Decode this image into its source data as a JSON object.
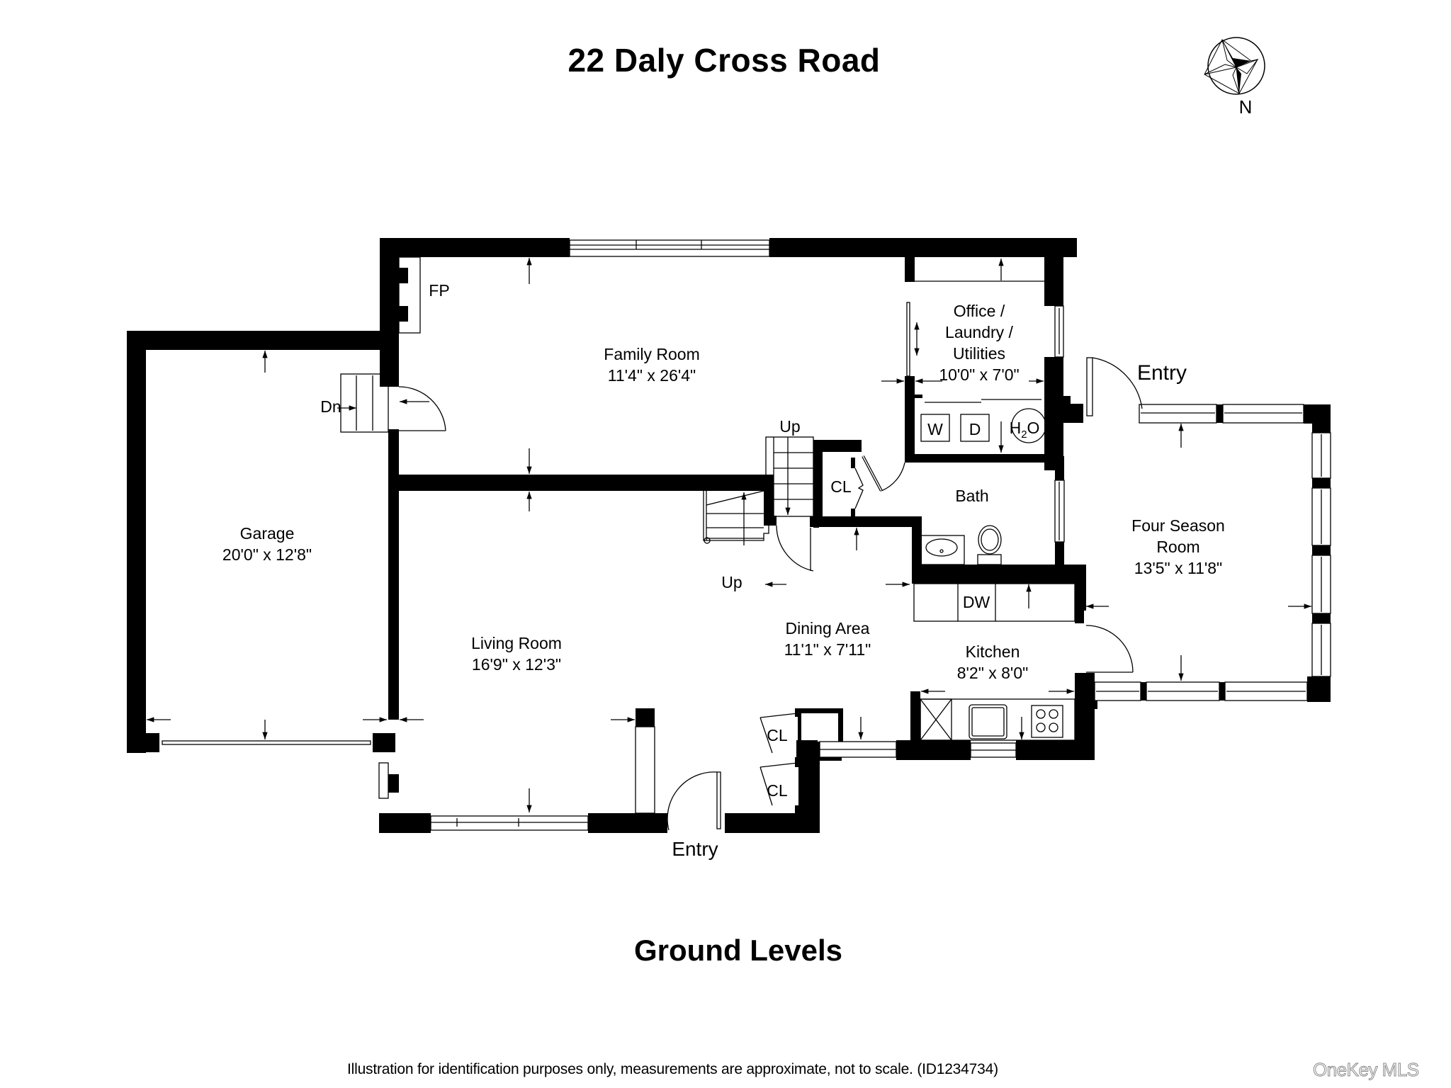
{
  "header": {
    "title": "22 Daly Cross Road"
  },
  "compass": {
    "label": "N",
    "icon": "compass-rose-icon"
  },
  "floor": {
    "name": "Ground Levels"
  },
  "rooms": {
    "family_room": {
      "name": "Family Room",
      "dims": "11'4\" x 26'4\""
    },
    "office": {
      "name_line1": "Office /",
      "name_line2": "Laundry /",
      "name_line3": "Utilities",
      "dims": "10'0\" x 7'0\""
    },
    "garage": {
      "name": "Garage",
      "dims": "20'0\" x 12'8\""
    },
    "living_room": {
      "name": "Living Room",
      "dims": "16'9\" x 12'3\""
    },
    "dining_area": {
      "name": "Dining Area",
      "dims": "11'1\" x 7'11\""
    },
    "kitchen": {
      "name": "Kitchen",
      "dims": "8'2\" x 8'0\""
    },
    "four_season": {
      "name_line1": "Four Season",
      "name_line2": "Room",
      "dims": "13'5\" x 11'8\""
    },
    "bath": {
      "name": "Bath"
    }
  },
  "labels": {
    "fireplace": "FP",
    "stairs_down": "Dn",
    "stairs_up_top": "Up",
    "stairs_up_bottom": "Up",
    "closet_hall": "CL",
    "closet_entry_1": "CL",
    "closet_entry_2": "CL",
    "washer": "W",
    "dryer": "D",
    "water_heater_main": "H",
    "water_heater_sub": "2",
    "water_heater_tail": "O",
    "dishwasher": "DW",
    "entry_east": "Entry",
    "entry_south": "Entry"
  },
  "footer": {
    "disclaimer": "Illustration for identification purposes only, measurements are approximate, not to scale. (ID1234734)",
    "brand": "OneKey MLS"
  }
}
